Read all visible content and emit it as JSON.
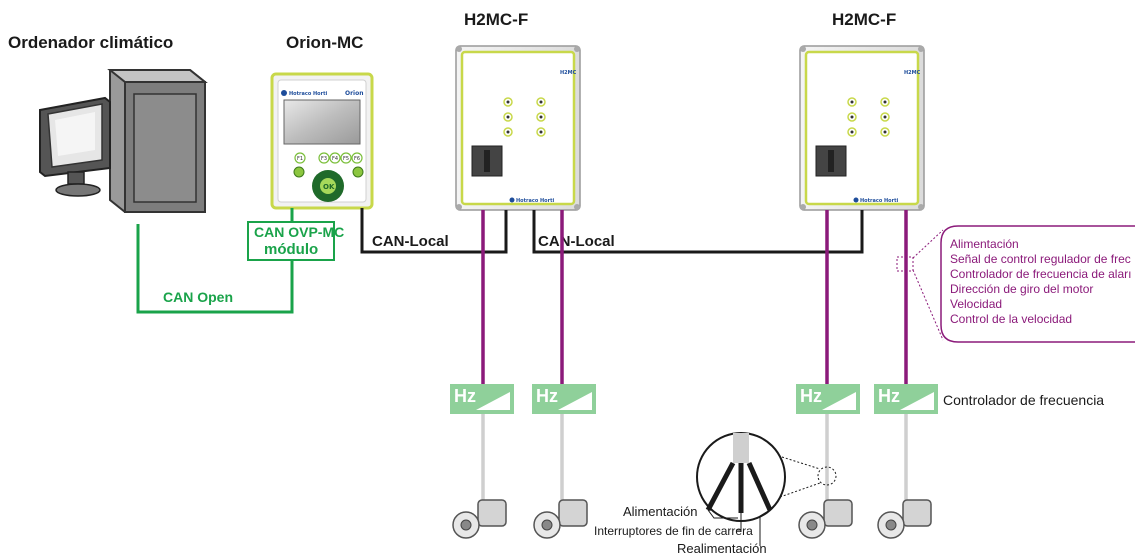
{
  "titles": {
    "climate_computer": "Ordenador climático",
    "orion": "Orion-MC",
    "h2mc_1": "H2MC-F",
    "h2mc_2": "H2MC-F"
  },
  "orion_panel": {
    "brand": "Hotraco Horti",
    "model": "Orion",
    "keys": [
      "F1",
      "F3",
      "F4",
      "F5",
      "F6"
    ],
    "ok": "OK"
  },
  "h2mc_panel": {
    "model": "H2MC",
    "brand": "Hotraco Horti"
  },
  "module": {
    "line1": "CAN OVP-MC",
    "line2": "módulo"
  },
  "connections": {
    "can_open": "CAN Open",
    "can_local_1": "CAN-Local",
    "can_local_2": "CAN-Local"
  },
  "signals": [
    "Alimentación",
    "Señal de control regulador de frec",
    "Controlador de frecuencia de aları",
    "Dirección de giro del motor",
    "Velocidad",
    "Control de la velocidad"
  ],
  "freq_label": "Hz",
  "freq_controller_label": "Controlador de frecuencia",
  "cable_detail": {
    "power": "Alimentación",
    "limit_switches": "Interruptores de fin de carrera",
    "feedback": "Realimentación"
  },
  "colors": {
    "green": "#1aa34a",
    "purple": "#8b1a7a",
    "hz_green": "#8fd09a",
    "black_wire": "#1a1a1a",
    "grey_wire": "#cfcfcf",
    "lime": "#c8d84a"
  }
}
